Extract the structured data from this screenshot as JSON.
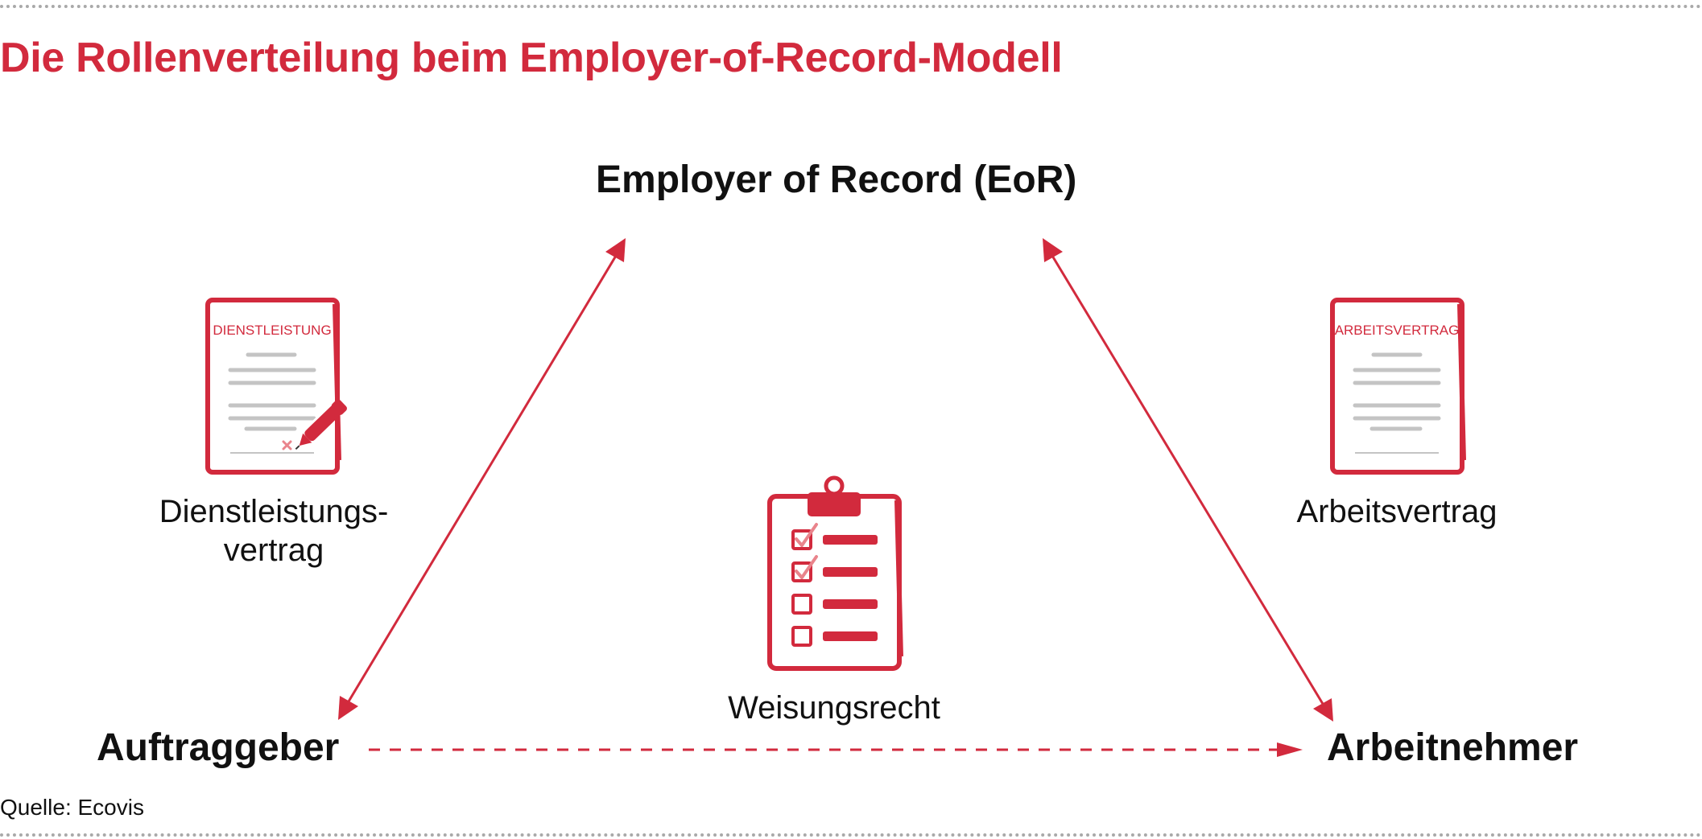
{
  "title": "Die Rollenverteilung beim Employer-of-Record-Modell",
  "nodes": {
    "eor": "Employer of Record (EoR)",
    "client": "Auftraggeber",
    "employee": "Arbeitnehmer"
  },
  "documents": {
    "service_contract": {
      "header": "DIENSTLEISTUNG",
      "caption_line1": "Dienstleistungs-",
      "caption_line2": "vertrag",
      "icon": "signed-document-icon"
    },
    "employment_contract": {
      "header": "ARBEITSVERTRAG",
      "caption": "Arbeitsvertrag",
      "icon": "document-icon"
    },
    "directive": {
      "caption": "Weisungsrecht",
      "icon": "clipboard-checklist-icon"
    }
  },
  "source": "Quelle: Ecovis",
  "colors": {
    "accent": "#d22a3d",
    "accent_light": "#e9848c",
    "gray_lines": "#c4c4c4",
    "text": "#111111"
  }
}
